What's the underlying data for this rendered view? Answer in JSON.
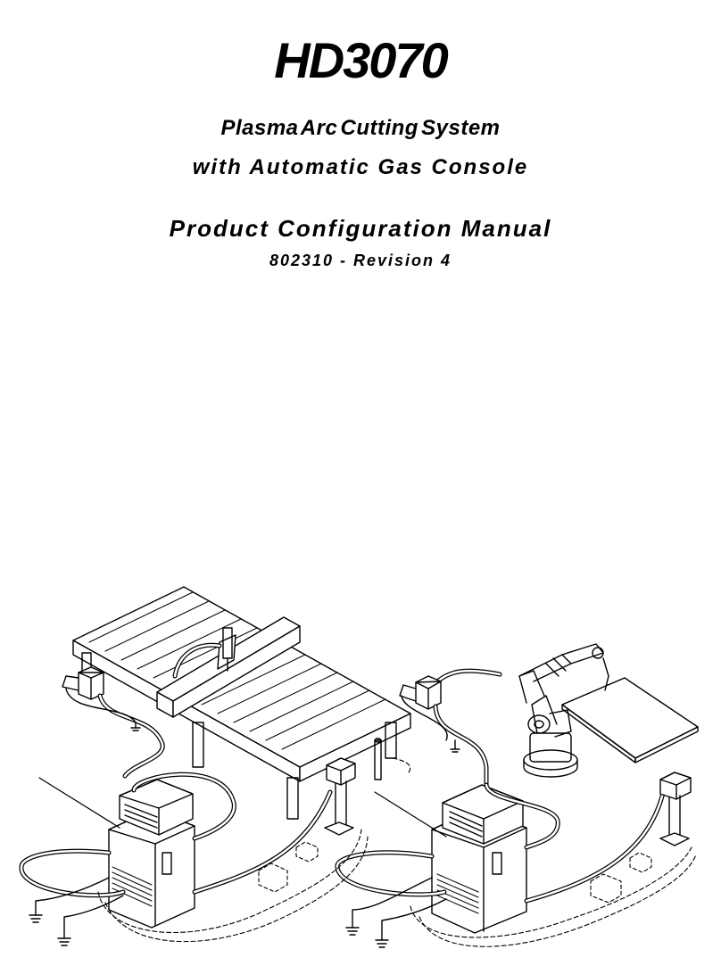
{
  "cover": {
    "title": "HD3070",
    "subtitle_line1": "Plasma Arc Cutting System",
    "subtitle_line2": "with Automatic Gas Console",
    "manual_title": "Product Configuration Manual",
    "document_number": "802310 - Revision 4"
  },
  "colors": {
    "ink": "#000000",
    "paper": "#ffffff",
    "hatch": "#555555"
  }
}
